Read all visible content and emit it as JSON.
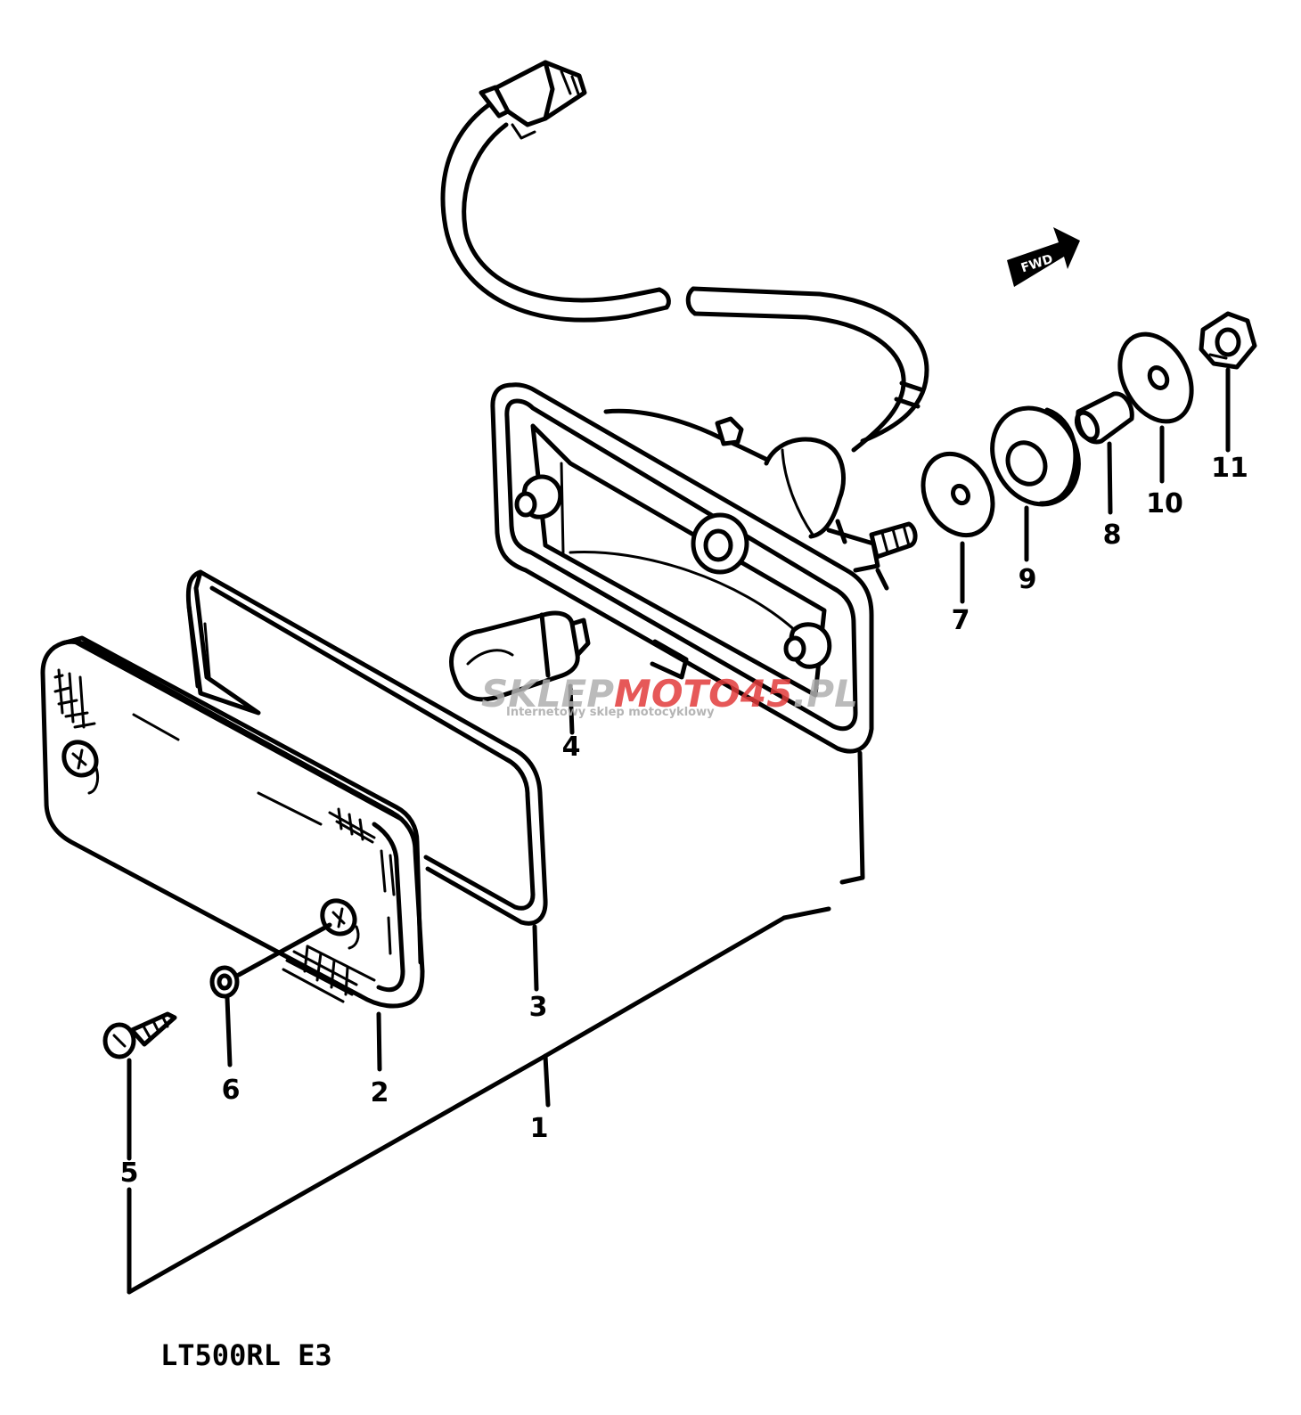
{
  "model": "LT500RL E3",
  "direction_marker": {
    "text": "FWD",
    "icon": "forward-arrow-icon"
  },
  "watermark": {
    "part1": "SKLEP",
    "part2": "MOTO",
    "part3": "45",
    "part4": ".PL",
    "tagline": "Internetowy sklep motocyklowy",
    "colors": {
      "gray": "#b0b0b0",
      "red": "#e23b3b"
    }
  },
  "callouts": [
    {
      "id": "1",
      "label": "1"
    },
    {
      "id": "2",
      "label": "2"
    },
    {
      "id": "3",
      "label": "3"
    },
    {
      "id": "4",
      "label": "4"
    },
    {
      "id": "5",
      "label": "5"
    },
    {
      "id": "6",
      "label": "6"
    },
    {
      "id": "7",
      "label": "7"
    },
    {
      "id": "8",
      "label": "8"
    },
    {
      "id": "9",
      "label": "9"
    },
    {
      "id": "10",
      "label": "10"
    },
    {
      "id": "11",
      "label": "11"
    }
  ]
}
